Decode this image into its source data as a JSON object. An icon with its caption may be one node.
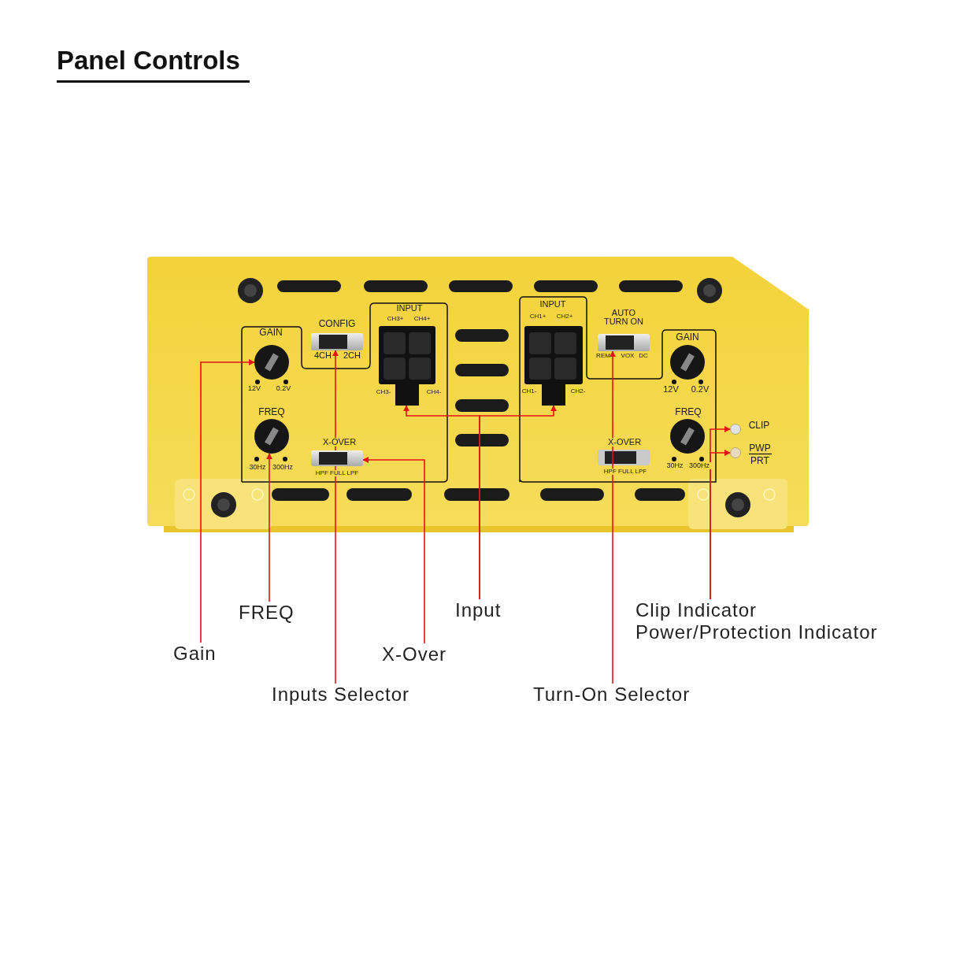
{
  "diagram": {
    "title": "Panel Controls",
    "nodes": [
      {
        "text": [
          "Gain"
        ]
      },
      {
        "text": [
          "FREQ"
        ]
      },
      {
        "text": [
          "Inputs Selector"
        ]
      },
      {
        "text": [
          "X-Over"
        ]
      },
      {
        "text": [
          "Input"
        ]
      },
      {
        "text": [
          "Turn-On Selector"
        ]
      },
      {
        "text": [
          "Clip Indicator",
          "Power/Protection Indicator"
        ]
      },
      {
        "text": [],
        "shape": "circle",
        "beside": [
          "GAIN"
        ]
      },
      {
        "text": [],
        "shape": "circle",
        "beside": [
          "FREQ"
        ]
      },
      {
        "text": [],
        "shape": "box",
        "beside": [
          "CONFIG"
        ]
      },
      {
        "text": [],
        "shape": "box",
        "beside": [
          "X-OVER"
        ]
      },
      {
        "text": [],
        "shape": "box",
        "beside": [
          "INPUT"
        ]
      },
      {
        "text": [],
        "shape": "box",
        "beside": [
          "INPUT"
        ]
      },
      {
        "text": [],
        "shape": "box",
        "beside": [
          "AUTO TURN ON"
        ]
      },
      {
        "text": [],
        "shape": "circle"
      },
      {
        "text": [],
        "shape": "circle"
      }
    ],
    "edges": [
      {
        "from": 0,
        "to": 7,
        "arrow": "to"
      },
      {
        "from": 1,
        "to": 8,
        "arrow": "to"
      },
      {
        "from": 2,
        "to": 9,
        "arrow": "to"
      },
      {
        "from": 3,
        "to": 10,
        "arrow": "to"
      },
      {
        "from": 4,
        "to": 11,
        "arrow": "to"
      },
      {
        "from": 4,
        "to": 12,
        "arrow": "to"
      },
      {
        "from": 5,
        "to": 13,
        "arrow": "to"
      },
      {
        "from": 6,
        "to": 14,
        "arrow": "to"
      },
      {
        "from": 6,
        "to": 15,
        "arrow": "to"
      }
    ],
    "labels": [
      "12V",
      "0.2V",
      "30Hz",
      "300Hz",
      "4CH",
      "2CH",
      "HPF FULL LPF",
      "CH3+",
      "CH4+",
      "CH3-",
      "CH4-",
      "CH1+",
      "CH2+",
      "CH1-",
      "CH2-",
      "REM",
      "VOX",
      "DC",
      "GAIN",
      "12V",
      "0.2V",
      "FREQ",
      "30Hz",
      "300Hz",
      "X-OVER",
      "HPF FULL LPF",
      "CLIP",
      "PWP",
      "PRT"
    ]
  }
}
